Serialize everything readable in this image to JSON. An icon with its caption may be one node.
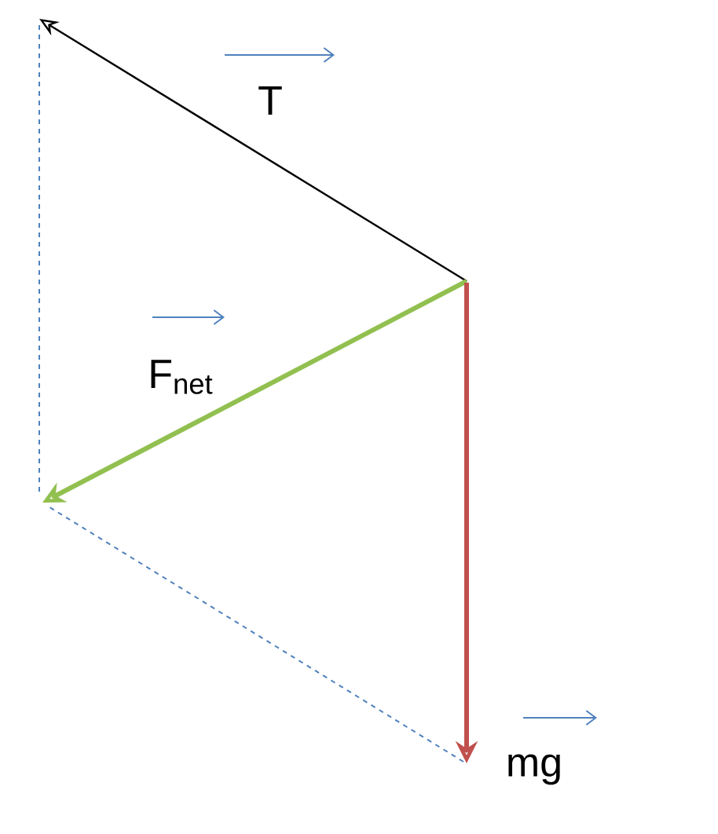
{
  "diagram": {
    "labels": [
      "T",
      "F$_{net}$",
      "mg"
    ]
  }
}
